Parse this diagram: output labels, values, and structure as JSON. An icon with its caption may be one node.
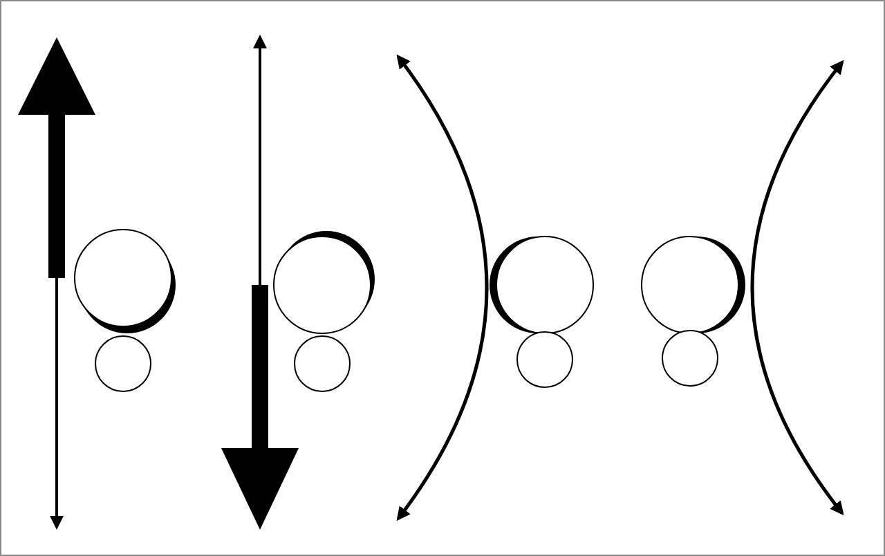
{
  "diagram": {
    "nodes": [
      {
        "text": [],
        "shape": "circle"
      },
      {
        "text": [],
        "shape": "circle"
      },
      {
        "text": [],
        "shape": "circle"
      },
      {
        "text": [],
        "shape": "circle"
      },
      {
        "text": [],
        "shape": "circle"
      },
      {
        "text": [],
        "shape": "circle"
      },
      {
        "text": [],
        "shape": "circle"
      },
      {
        "text": [],
        "shape": "circle"
      }
    ]
  }
}
